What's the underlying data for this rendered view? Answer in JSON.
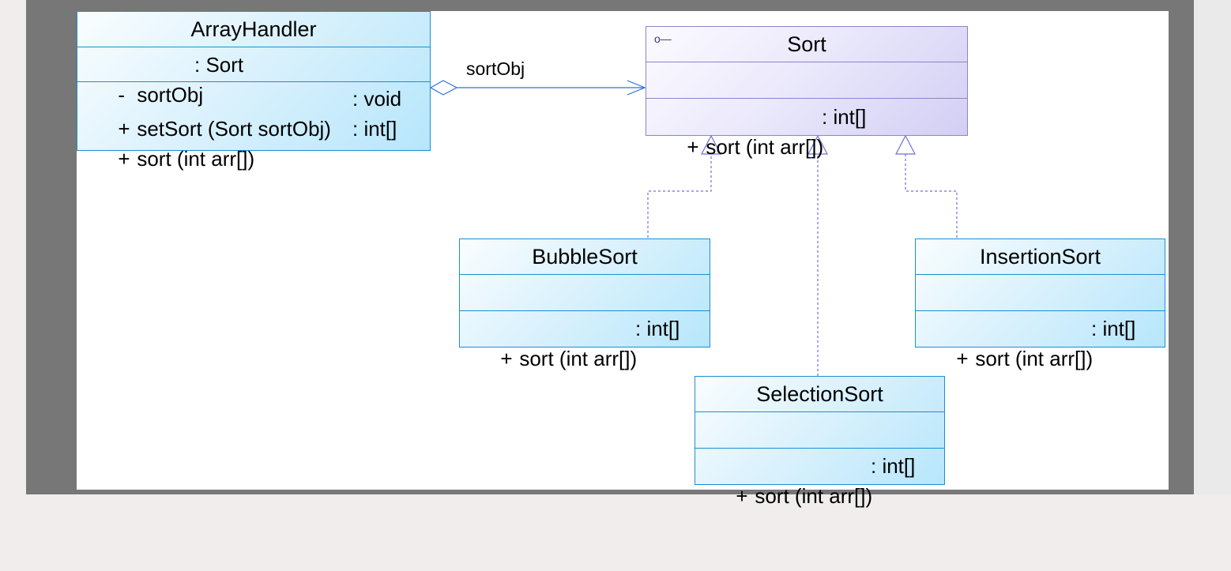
{
  "diagram": {
    "classes": {
      "array_handler": {
        "name": "ArrayHandler",
        "attributes": [
          {
            "visibility": "-",
            "name": "sortObj",
            "type": ": Sort"
          }
        ],
        "operations": [
          {
            "visibility": "+",
            "name": "setSort (Sort sortObj)",
            "type": ": void"
          },
          {
            "visibility": "+",
            "name": "sort (int arr[])",
            "type": ": int[]"
          }
        ]
      },
      "sort": {
        "name": "Sort",
        "stereotype_icon": "interface-lollipop-icon",
        "operations": [
          {
            "visibility": "+",
            "name": "sort (int arr[])",
            "type": ": int[]"
          }
        ]
      },
      "bubble_sort": {
        "name": "BubbleSort",
        "operations": [
          {
            "visibility": "+",
            "name": "sort (int arr[])",
            "type": ": int[]"
          }
        ]
      },
      "insertion_sort": {
        "name": "InsertionSort",
        "operations": [
          {
            "visibility": "+",
            "name": "sort (int arr[])",
            "type": ": int[]"
          }
        ]
      },
      "selection_sort": {
        "name": "SelectionSort",
        "operations": [
          {
            "visibility": "+",
            "name": "sort (int arr[])",
            "type": ": int[]"
          }
        ]
      }
    },
    "relations": {
      "aggregation": {
        "from": "ArrayHandler",
        "to": "Sort",
        "role": "sortObj"
      },
      "realizations": [
        {
          "from": "BubbleSort",
          "to": "Sort"
        },
        {
          "from": "SelectionSort",
          "to": "Sort"
        },
        {
          "from": "InsertionSort",
          "to": "Sort"
        }
      ]
    },
    "colors": {
      "class_border": "#1b8fd0",
      "interface_border": "#8a86c8",
      "link": "#2c6fd6",
      "realization": "#6d6fd6",
      "frame": "#777777"
    }
  }
}
